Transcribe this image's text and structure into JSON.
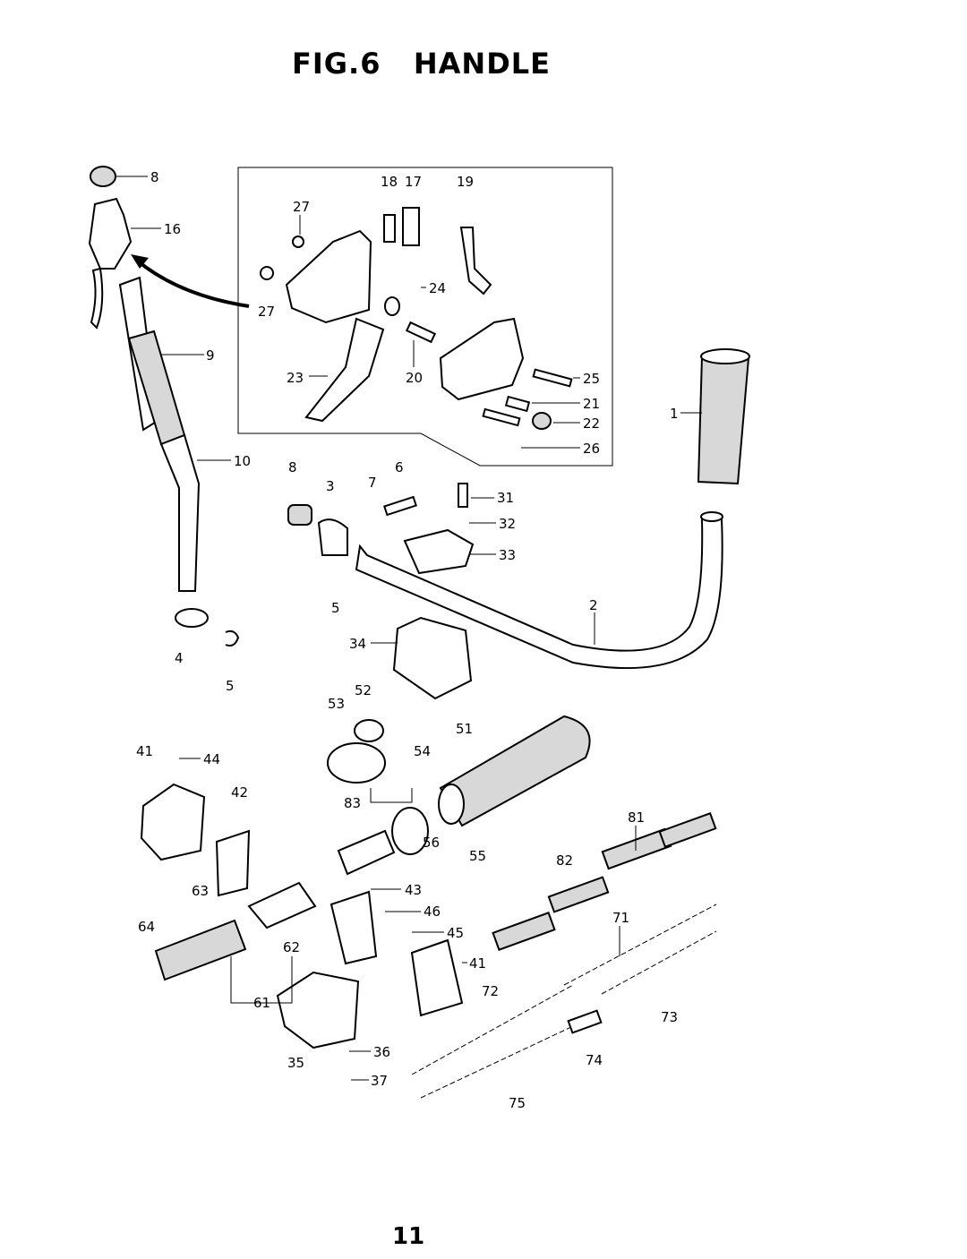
{
  "title": "FIG.6   HANDLE",
  "page_number": "11",
  "parts": [
    {
      "id": "p8a",
      "label": "8"
    },
    {
      "id": "p16",
      "label": "16"
    },
    {
      "id": "p9",
      "label": "9"
    },
    {
      "id": "p10",
      "label": "10"
    },
    {
      "id": "p18",
      "label": "18"
    },
    {
      "id": "p17",
      "label": "17"
    },
    {
      "id": "p19",
      "label": "19"
    },
    {
      "id": "p27a",
      "label": "27"
    },
    {
      "id": "p27b",
      "label": "27"
    },
    {
      "id": "p24",
      "label": "24"
    },
    {
      "id": "p23",
      "label": "23"
    },
    {
      "id": "p20",
      "label": "20"
    },
    {
      "id": "p25",
      "label": "25"
    },
    {
      "id": "p21",
      "label": "21"
    },
    {
      "id": "p22",
      "label": "22"
    },
    {
      "id": "p26",
      "label": "26"
    },
    {
      "id": "p1",
      "label": "1"
    },
    {
      "id": "p8b",
      "label": "8"
    },
    {
      "id": "p3",
      "label": "3"
    },
    {
      "id": "p7",
      "label": "7"
    },
    {
      "id": "p6",
      "label": "6"
    },
    {
      "id": "p31",
      "label": "31"
    },
    {
      "id": "p32",
      "label": "32"
    },
    {
      "id": "p33",
      "label": "33"
    },
    {
      "id": "p5a",
      "label": "5"
    },
    {
      "id": "p2",
      "label": "2"
    },
    {
      "id": "p4",
      "label": "4"
    },
    {
      "id": "p5b",
      "label": "5"
    },
    {
      "id": "p34",
      "label": "34"
    },
    {
      "id": "p52",
      "label": "52"
    },
    {
      "id": "p53",
      "label": "53"
    },
    {
      "id": "p51",
      "label": "51"
    },
    {
      "id": "p41a",
      "label": "41"
    },
    {
      "id": "p44",
      "label": "44"
    },
    {
      "id": "p54",
      "label": "54"
    },
    {
      "id": "p42",
      "label": "42"
    },
    {
      "id": "p83",
      "label": "83"
    },
    {
      "id": "p81",
      "label": "81"
    },
    {
      "id": "p56",
      "label": "56"
    },
    {
      "id": "p55",
      "label": "55"
    },
    {
      "id": "p82",
      "label": "82"
    },
    {
      "id": "p63",
      "label": "63"
    },
    {
      "id": "p43",
      "label": "43"
    },
    {
      "id": "p46",
      "label": "46"
    },
    {
      "id": "p64",
      "label": "64"
    },
    {
      "id": "p71",
      "label": "71"
    },
    {
      "id": "p45",
      "label": "45"
    },
    {
      "id": "p62",
      "label": "62"
    },
    {
      "id": "p41b",
      "label": "41"
    },
    {
      "id": "p72",
      "label": "72"
    },
    {
      "id": "p61",
      "label": "61"
    },
    {
      "id": "p73",
      "label": "73"
    },
    {
      "id": "p36",
      "label": "36"
    },
    {
      "id": "p35",
      "label": "35"
    },
    {
      "id": "p74",
      "label": "74"
    },
    {
      "id": "p37",
      "label": "37"
    },
    {
      "id": "p75",
      "label": "75"
    }
  ]
}
